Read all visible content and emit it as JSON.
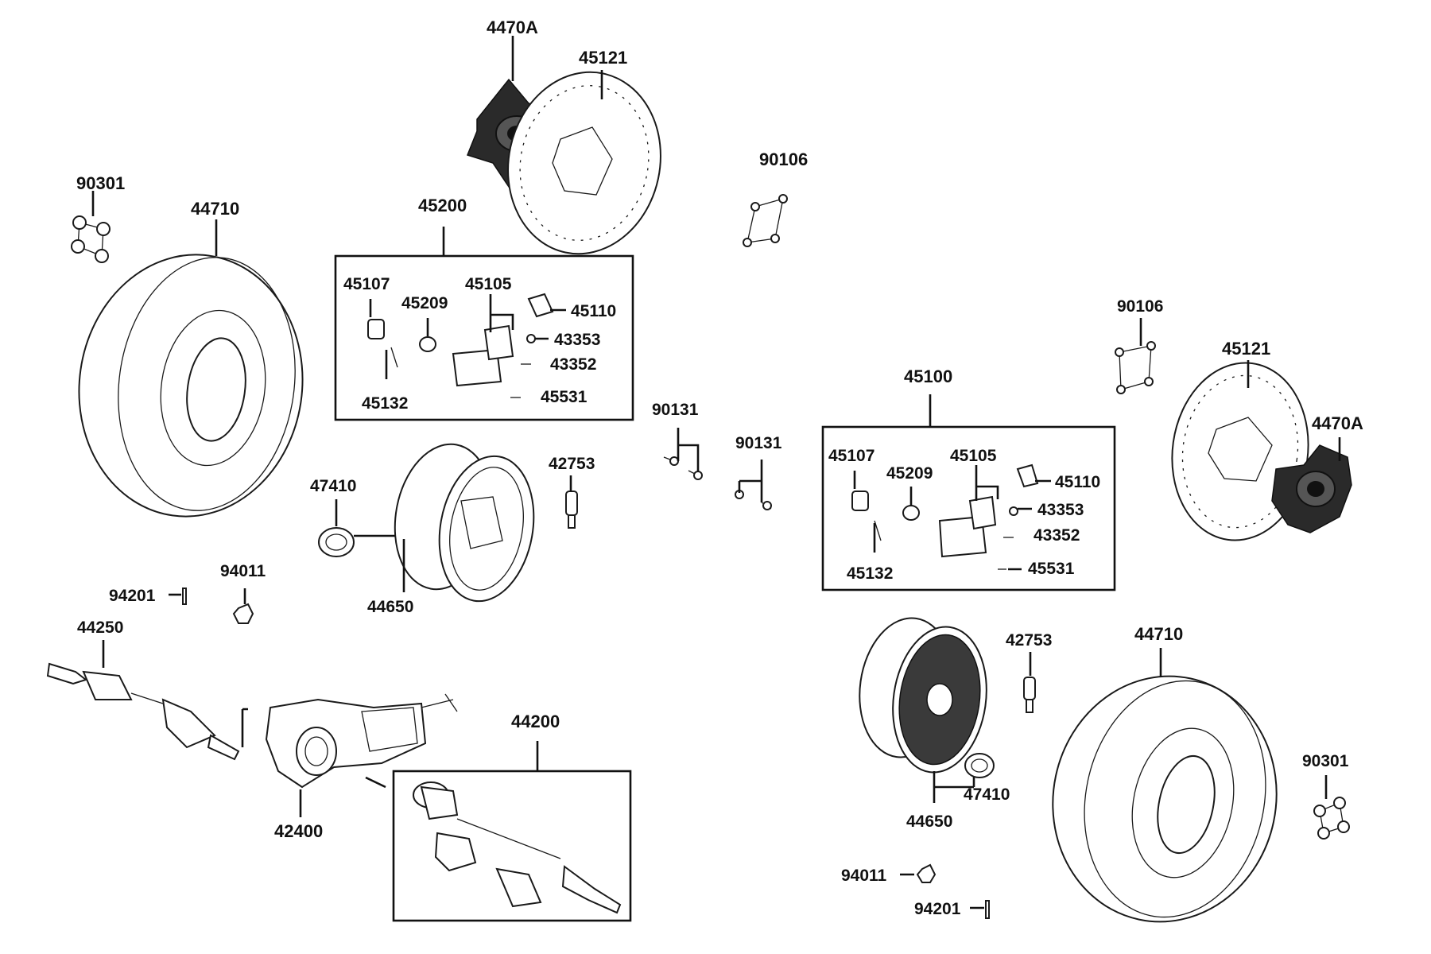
{
  "labels": {
    "hub_top": "4470A",
    "disc_top": "45121",
    "bolts_top": "90106",
    "lugs_left": "90301",
    "tire_left": "44710",
    "caliper_left": "45200",
    "cl_45107": "45107",
    "cl_45209": "45209",
    "cl_45105": "45105",
    "cl_45110": "45110",
    "cl_43353": "43353",
    "cl_43352": "43352",
    "cl_45132": "45132",
    "cl_45531": "45531",
    "bolt_90131a": "90131",
    "bolt_90131b": "90131",
    "valve_left": "42753",
    "cap_left": "47410",
    "rim_left": "44650",
    "pin_left": "94201",
    "nut_left": "94011",
    "axle_left": "44250",
    "gearbox": "42400",
    "axle_kit": "44200",
    "bolts_right": "90106",
    "disc_right": "45121",
    "hub_right": "4470A",
    "caliper_right": "45100",
    "cr_45107": "45107",
    "cr_45209": "45209",
    "cr_45105": "45105",
    "cr_45110": "45110",
    "cr_43353": "43353",
    "cr_43352": "43352",
    "cr_45132": "45132",
    "cr_45531": "45531",
    "valve_right": "42753",
    "tire_right": "44710",
    "rim_right": "44650",
    "cap_right": "47410",
    "lugs_right": "90301",
    "nut_right": "94011",
    "pin_right": "94201"
  }
}
